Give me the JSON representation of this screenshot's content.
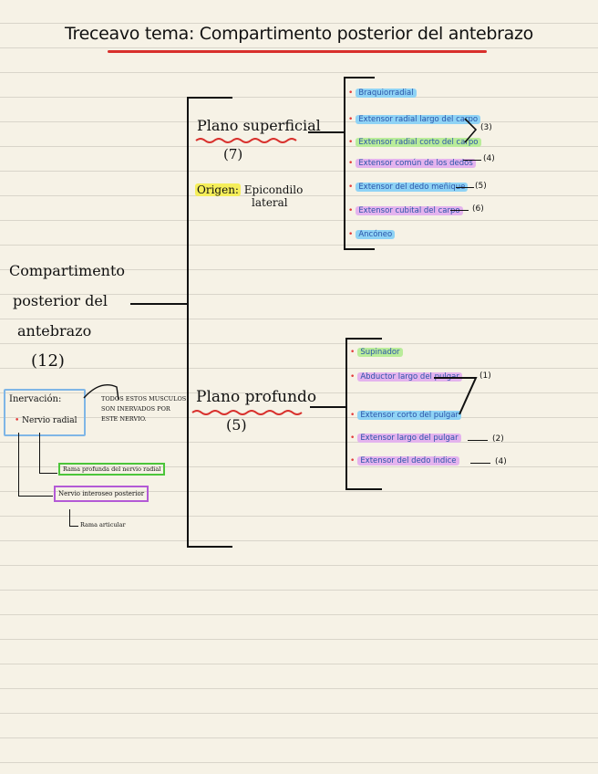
{
  "title": "Treceavo tema: Compartimento posterior del antebrazo",
  "root": {
    "line1": "Compartimento",
    "line2": "posterior del",
    "line3": "antebrazo",
    "count": "(12)"
  },
  "superficial": {
    "label": "Plano superficial",
    "count": "(7)",
    "origin_label": "Origen:",
    "origin_value_1": "Epicondilo",
    "origin_value_2": "lateral",
    "items": [
      {
        "text": "Braquiorradial",
        "color": "#8fd3f5"
      },
      {
        "text": "Extensor radial largo del carpo",
        "color": "#8fd3f5"
      },
      {
        "text": "Extensor radial corto del carpo",
        "color": "#b9ec9a"
      },
      {
        "text": "Extensor común de los dedos",
        "color": "#e4b3ee"
      },
      {
        "text": "Extensor del dedo meñique",
        "color": "#8fd3f5"
      },
      {
        "text": "Extensor cubital del carpo",
        "color": "#e4b3ee"
      },
      {
        "text": "Ancóneo",
        "color": "#8fd3f5"
      }
    ],
    "refs": [
      "(3)",
      "(4)",
      "(5)",
      "(6)"
    ]
  },
  "profundo": {
    "label": "Plano profundo",
    "count": "(5)",
    "items": [
      {
        "text": "Supinador",
        "color": "#b9ec9a"
      },
      {
        "text": "Abductor largo del pulgar",
        "color": "#e4b3ee"
      },
      {
        "text": "Extensor corto del pulgar",
        "color": "#8fd3f5"
      },
      {
        "text": "Extensor largo del pulgar",
        "color": "#e4b3ee"
      },
      {
        "text": "Extensor del dedo índice",
        "color": "#e4b3ee"
      }
    ],
    "refs": [
      "(1)",
      "(2)",
      "(4)"
    ]
  },
  "innervation": {
    "label": "Inervación:",
    "nerve": "Nervio radial",
    "note_1": "TODOS ESTOS MUSCULOS",
    "note_2": "SON INERVADOS POR",
    "note_3": "ESTE NERVIO.",
    "branch_deep": "Rama profunda del nervio radial",
    "branch_pin": "Nervio interoseo posterior",
    "branch_art": "Rama articular",
    "colors": {
      "box": "#7fb6e6",
      "deep": "#4cc53a",
      "pin": "#b35ad6"
    }
  },
  "colors": {
    "title_rule": "#d8302c",
    "wavy": "#d8302c",
    "origin_hl": "#f5ee5a",
    "bullet": "#e23b3b"
  }
}
